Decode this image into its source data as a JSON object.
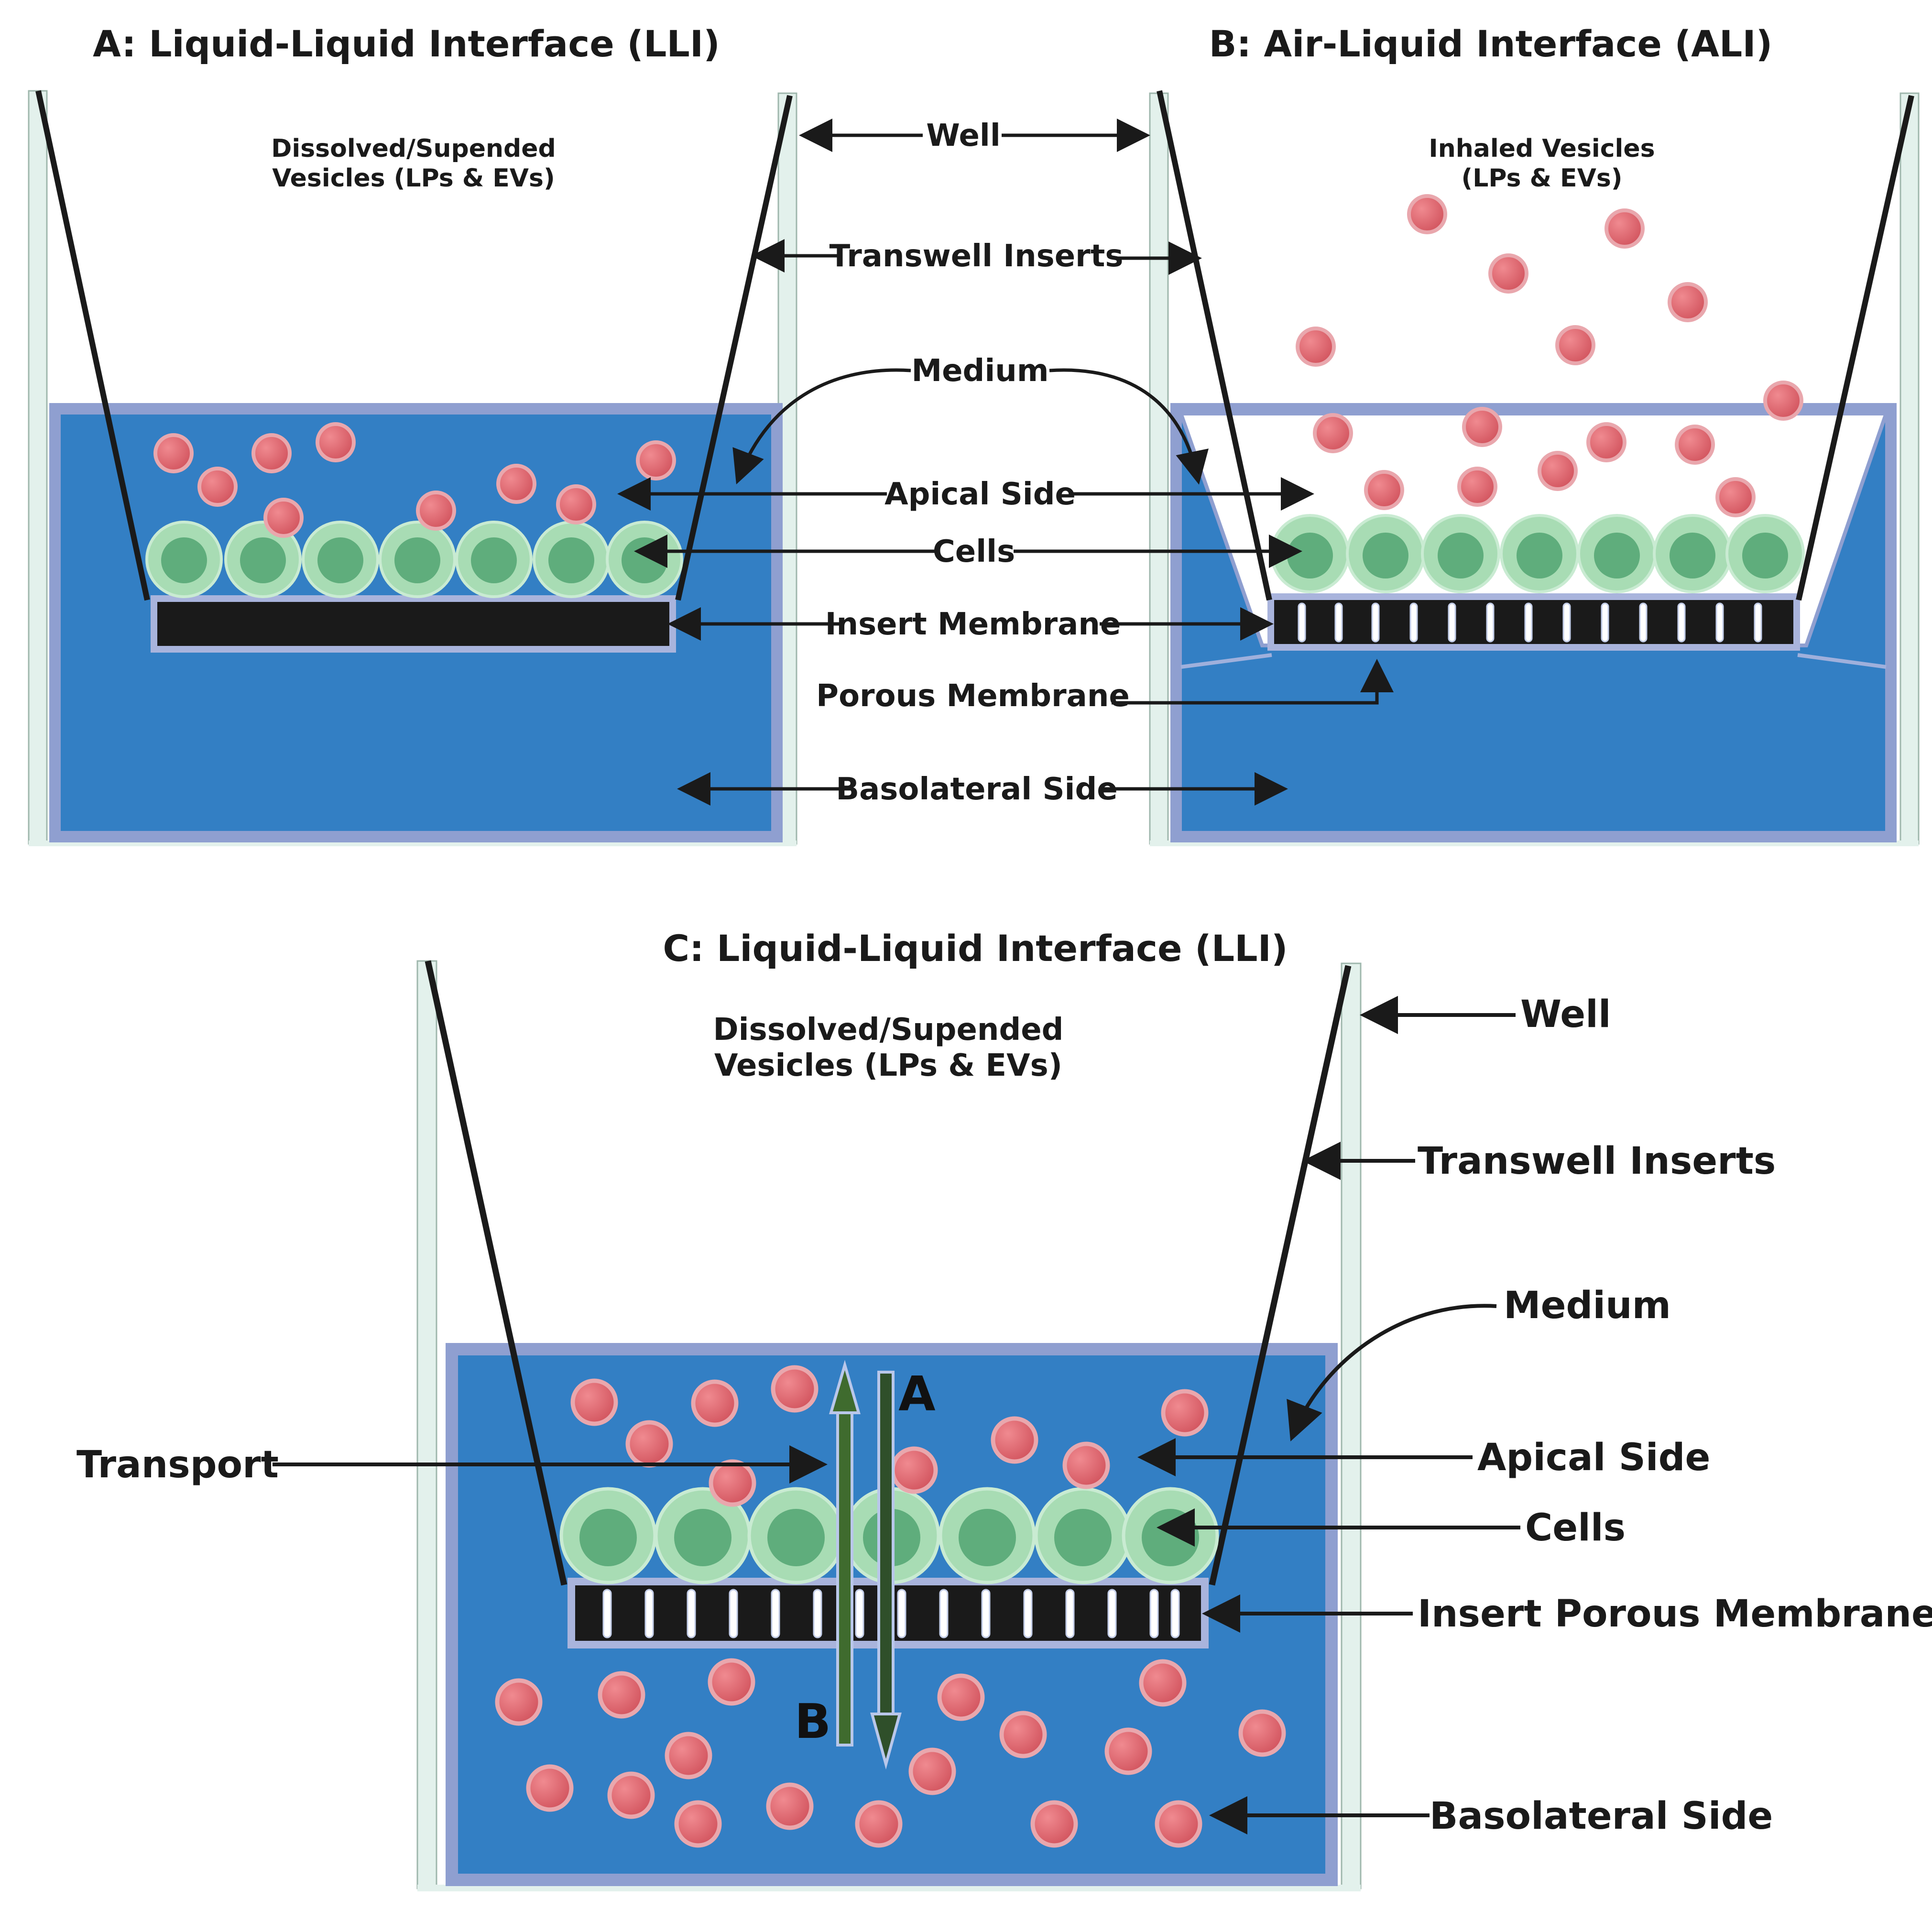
{
  "panels": {
    "A": {
      "title": "A: Liquid-Liquid Interface (LLI)",
      "note": [
        "Dissolved/Supended",
        "Vesicles (LPs & EVs)"
      ]
    },
    "B": {
      "title": "B: Air-Liquid Interface (ALI)",
      "note": [
        "Inhaled Vesicles",
        "(LPs & EVs)"
      ]
    },
    "C": {
      "title": "C: Liquid-Liquid Interface (LLI)",
      "note": [
        "Dissolved/Supended",
        "Vesicles (LPs & EVs)"
      ],
      "transport_label": "Transport",
      "arrow_a": "A",
      "arrow_b": "B"
    }
  },
  "shared_labels": {
    "well": "Well",
    "transwell_inserts": "Transwell Inserts",
    "medium": "Medium",
    "apical_side": "Apical Side",
    "cells": "Cells",
    "insert_membrane": "Insert Membrane",
    "porous_membrane": "Porous Membrane",
    "basolateral_side": "Basolateral Side"
  },
  "c_labels": {
    "well": "Well",
    "transwell_inserts": "Transwell Inserts",
    "medium": "Medium",
    "apical_side": "Apical Side",
    "cells": "Cells",
    "insert_porous_membrane": "Insert Porous Membrane",
    "basolateral_side": "Basolateral Side"
  },
  "colors": {
    "medium": "#337fc4",
    "medium_edge": "#8f9fd0",
    "cell_outer": "#a8dcb4",
    "cell_inner": "#5fad7c",
    "vesicle": "#d9616a",
    "vesicle_edge": "#e9a7ad",
    "membrane": "#1a1a1a",
    "well_wall": "#e3f1ec",
    "transport_up": "#3f6b2e",
    "transport_down": "#2f4f2a"
  }
}
